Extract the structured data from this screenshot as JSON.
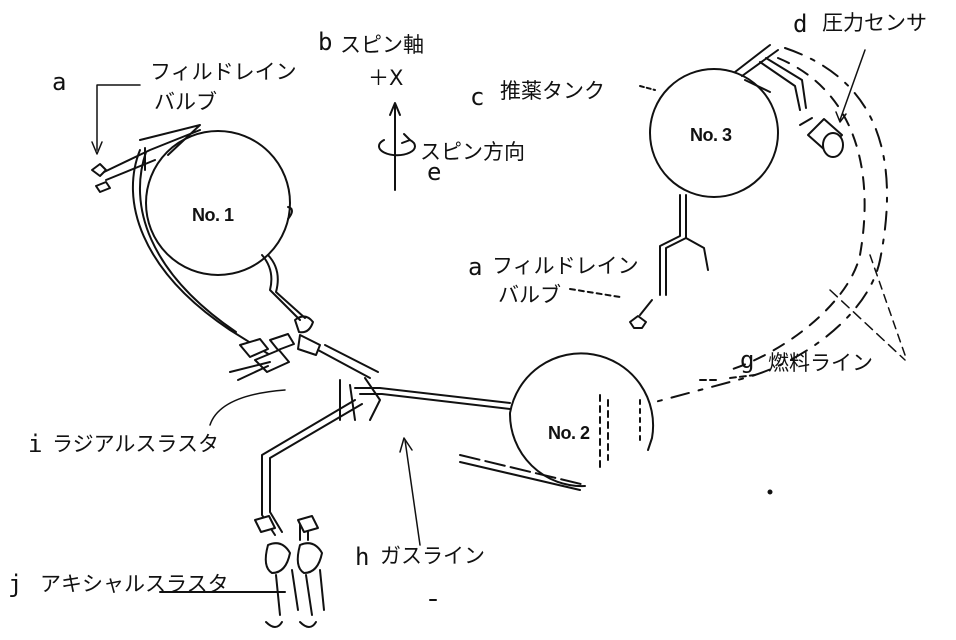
{
  "labels": {
    "a_top_letter": "a",
    "a_top_line1": "フィルドレイン",
    "a_top_line2": "バルブ",
    "b_letter": "b",
    "b_text": "スピン軸",
    "b_axis": "＋X",
    "c_letter": "c",
    "c_text": "推薬タンク",
    "d_letter": "d",
    "d_text": "圧力センサ",
    "e_text": "スピン方向",
    "e_letter": "e",
    "a_mid_letter": "a",
    "a_mid_line1": "フィルドレイン",
    "a_mid_line2": "バルブ",
    "g_letter": "g",
    "g_text": "燃料ライン",
    "i_letter": "i",
    "i_text": "ラジアルスラスタ",
    "h_letter": "h",
    "h_text": "ガスライン",
    "j_letter": "j",
    "j_text": "アキシャルスラスタ"
  },
  "tanks": [
    "No. 1",
    "No. 2",
    "No. 3"
  ]
}
